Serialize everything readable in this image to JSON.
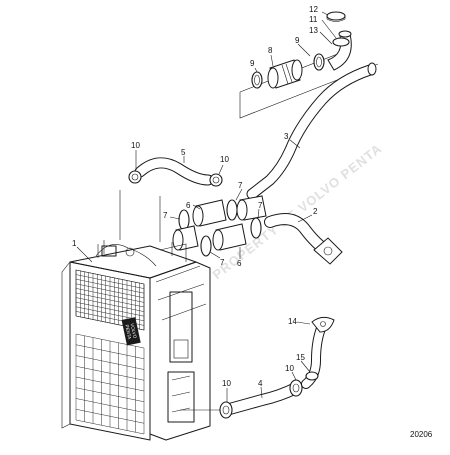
{
  "diagram": {
    "figure_number": "20206",
    "watermark": "PROPERTY OF VOLVO PENTA",
    "badge_lines": [
      "VOLVO",
      "PENTA"
    ],
    "callouts": [
      {
        "id": "c1",
        "text": "1"
      },
      {
        "id": "c2",
        "text": "2"
      },
      {
        "id": "c3",
        "text": "3"
      },
      {
        "id": "c4",
        "text": "4"
      },
      {
        "id": "c5",
        "text": "5"
      },
      {
        "id": "c6a",
        "text": "6"
      },
      {
        "id": "c6b",
        "text": "6"
      },
      {
        "id": "c7a",
        "text": "7"
      },
      {
        "id": "c7b",
        "text": "7"
      },
      {
        "id": "c7c",
        "text": "7"
      },
      {
        "id": "c7d",
        "text": "7"
      },
      {
        "id": "c8",
        "text": "8"
      },
      {
        "id": "c9a",
        "text": "9"
      },
      {
        "id": "c9b",
        "text": "9"
      },
      {
        "id": "c10a",
        "text": "10"
      },
      {
        "id": "c10b",
        "text": "10"
      },
      {
        "id": "c10c",
        "text": "10"
      },
      {
        "id": "c10d",
        "text": "10"
      },
      {
        "id": "c11",
        "text": "11"
      },
      {
        "id": "c12",
        "text": "12"
      },
      {
        "id": "c13",
        "text": "13"
      },
      {
        "id": "c14",
        "text": "14"
      },
      {
        "id": "c15",
        "text": "15"
      }
    ]
  }
}
